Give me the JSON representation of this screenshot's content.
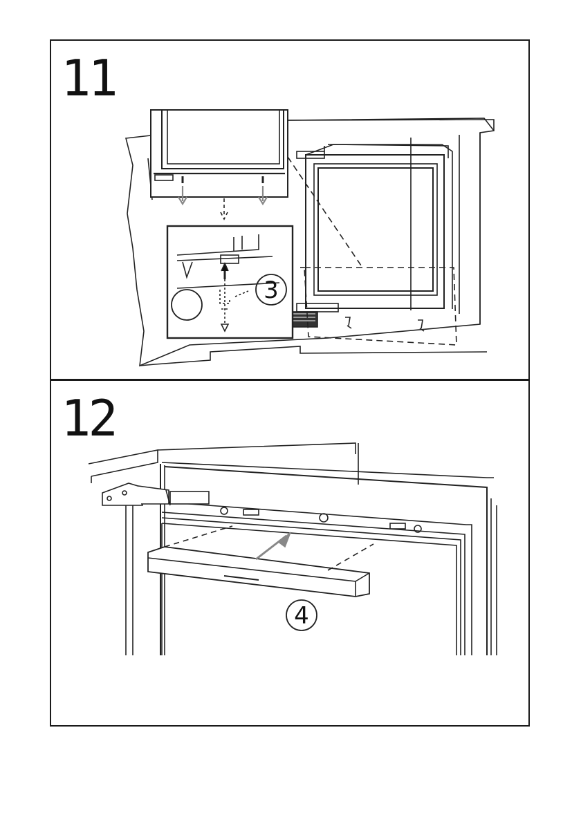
{
  "steps": [
    {
      "number": "11",
      "callout": "3"
    },
    {
      "number": "12",
      "callout": "4"
    }
  ]
}
